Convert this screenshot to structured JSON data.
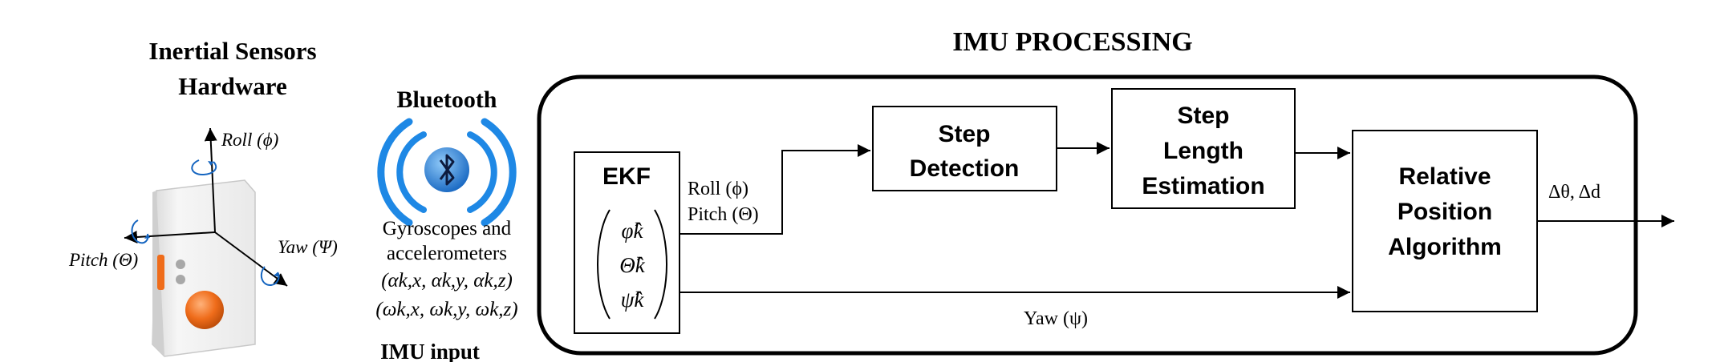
{
  "hardware": {
    "title_line1": "Inertial Sensors",
    "title_line2": "Hardware",
    "axis_roll": "Roll (ϕ)",
    "axis_pitch": "Pitch (Θ)",
    "axis_yaw": "Yaw (Ψ)"
  },
  "bluetooth": {
    "label": "Bluetooth",
    "desc_line1": "Gyroscopes and",
    "desc_line2": "accelerometers",
    "alpha_line": "(αk,x, αk,y, αk,z)",
    "omega_line": "(ωk,x, ωk,y, ωk,z)",
    "imu_input": "IMU input"
  },
  "processing": {
    "title": "IMU PROCESSING",
    "ekf_title": "EKF",
    "ekf_phi": "φ̂k",
    "ekf_theta": "Θ̂k",
    "ekf_psi": "ψ̂k",
    "roll_out": "Roll (ϕ)",
    "pitch_out": "Pitch (Θ)",
    "step_detection_line1": "Step",
    "step_detection_line2": "Detection",
    "step_length_line1": "Step",
    "step_length_line2": "Length",
    "step_length_line3": "Estimation",
    "rel_pos_line1": "Relative",
    "rel_pos_line2": "Position",
    "rel_pos_line3": "Algorithm",
    "yaw_label": "Yaw (ψ)",
    "output_label": "Δθ, Δd"
  },
  "colors": {
    "bluetooth_blue": "#1e88e5",
    "bluetooth_dark": "#0d47a1",
    "device_orange": "#ef6c1a",
    "device_body": "#eeeeee"
  }
}
